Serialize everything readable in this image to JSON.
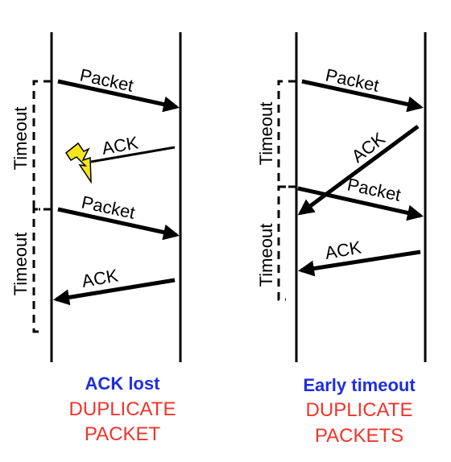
{
  "colors": {
    "blue": "#1f2ee0",
    "red": "#f0342b",
    "line": "#000000",
    "bolt_fill": "#f5e51c"
  },
  "left": {
    "timeout_labels": [
      "Timeout",
      "Timeout"
    ],
    "packet_labels": [
      "Packet",
      "Packet"
    ],
    "ack_labels": [
      "ACK",
      "ACK"
    ],
    "caption_title": "ACK lost",
    "caption_line1": "DUPLICATE",
    "caption_line2": "PACKET",
    "icons": [
      "lightning-icon"
    ]
  },
  "right": {
    "timeout_labels": [
      "Timeout",
      "Timeout"
    ],
    "packet_labels": [
      "Packet",
      "Packet"
    ],
    "ack_labels": [
      "ACK",
      "ACK"
    ],
    "caption_title": "Early timeout",
    "caption_line1": "DUPLICATE",
    "caption_line2": "PACKETS"
  }
}
